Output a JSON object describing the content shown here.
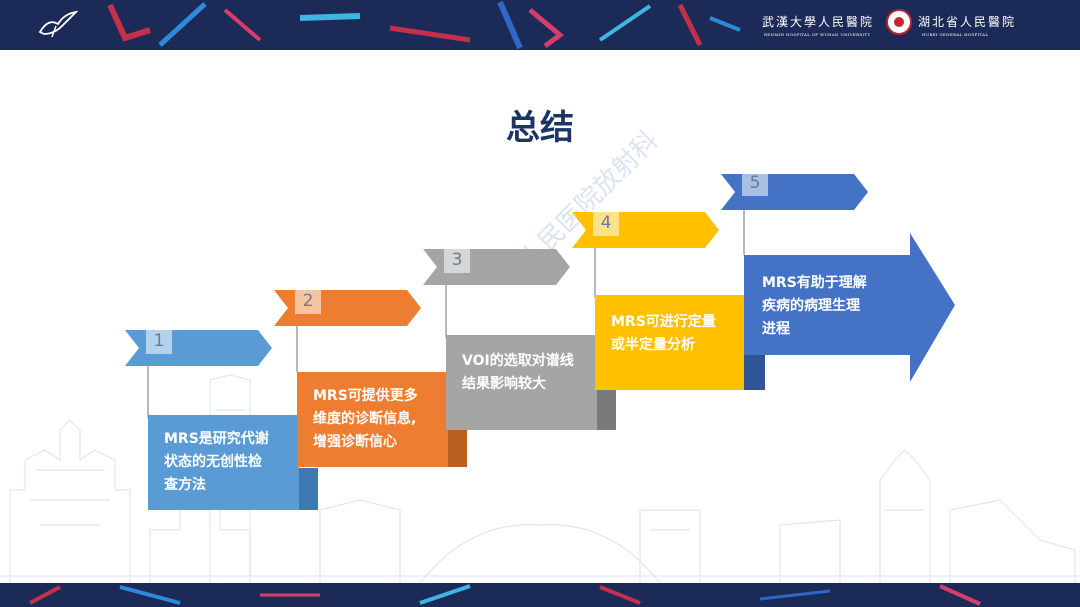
{
  "header": {
    "logo1_text": "武漢大學人民醫院",
    "logo1_sub": "RENMIN HOSPITAL OF WUHAN UNIVERSITY",
    "logo2_text": "湖北省人民醫院",
    "logo2_sub": "HUBEI   GENERAL   HOSPITAL"
  },
  "title": "总结",
  "watermark": "人民医院放射科",
  "steps": [
    {
      "number": "1",
      "lines": [
        "MRS是研究代谢",
        "状态的无创性检",
        "查方法"
      ],
      "color": "#5b9bd5"
    },
    {
      "number": "2",
      "lines": [
        "MRS可提供更多",
        "维度的诊断信息,",
        "增强诊断信心"
      ],
      "color": "#ed7d31"
    },
    {
      "number": "3",
      "lines": [
        "VOI的选取对谱线",
        "结果影响较大"
      ],
      "color": "#a5a5a5"
    },
    {
      "number": "4",
      "lines": [
        "MRS可进行定量",
        "或半定量分析"
      ],
      "color": "#ffc000"
    },
    {
      "number": "5",
      "lines": [
        "MRS有助于理解",
        "疾病的病理生理",
        "进程"
      ],
      "color": "#4472c4"
    }
  ]
}
